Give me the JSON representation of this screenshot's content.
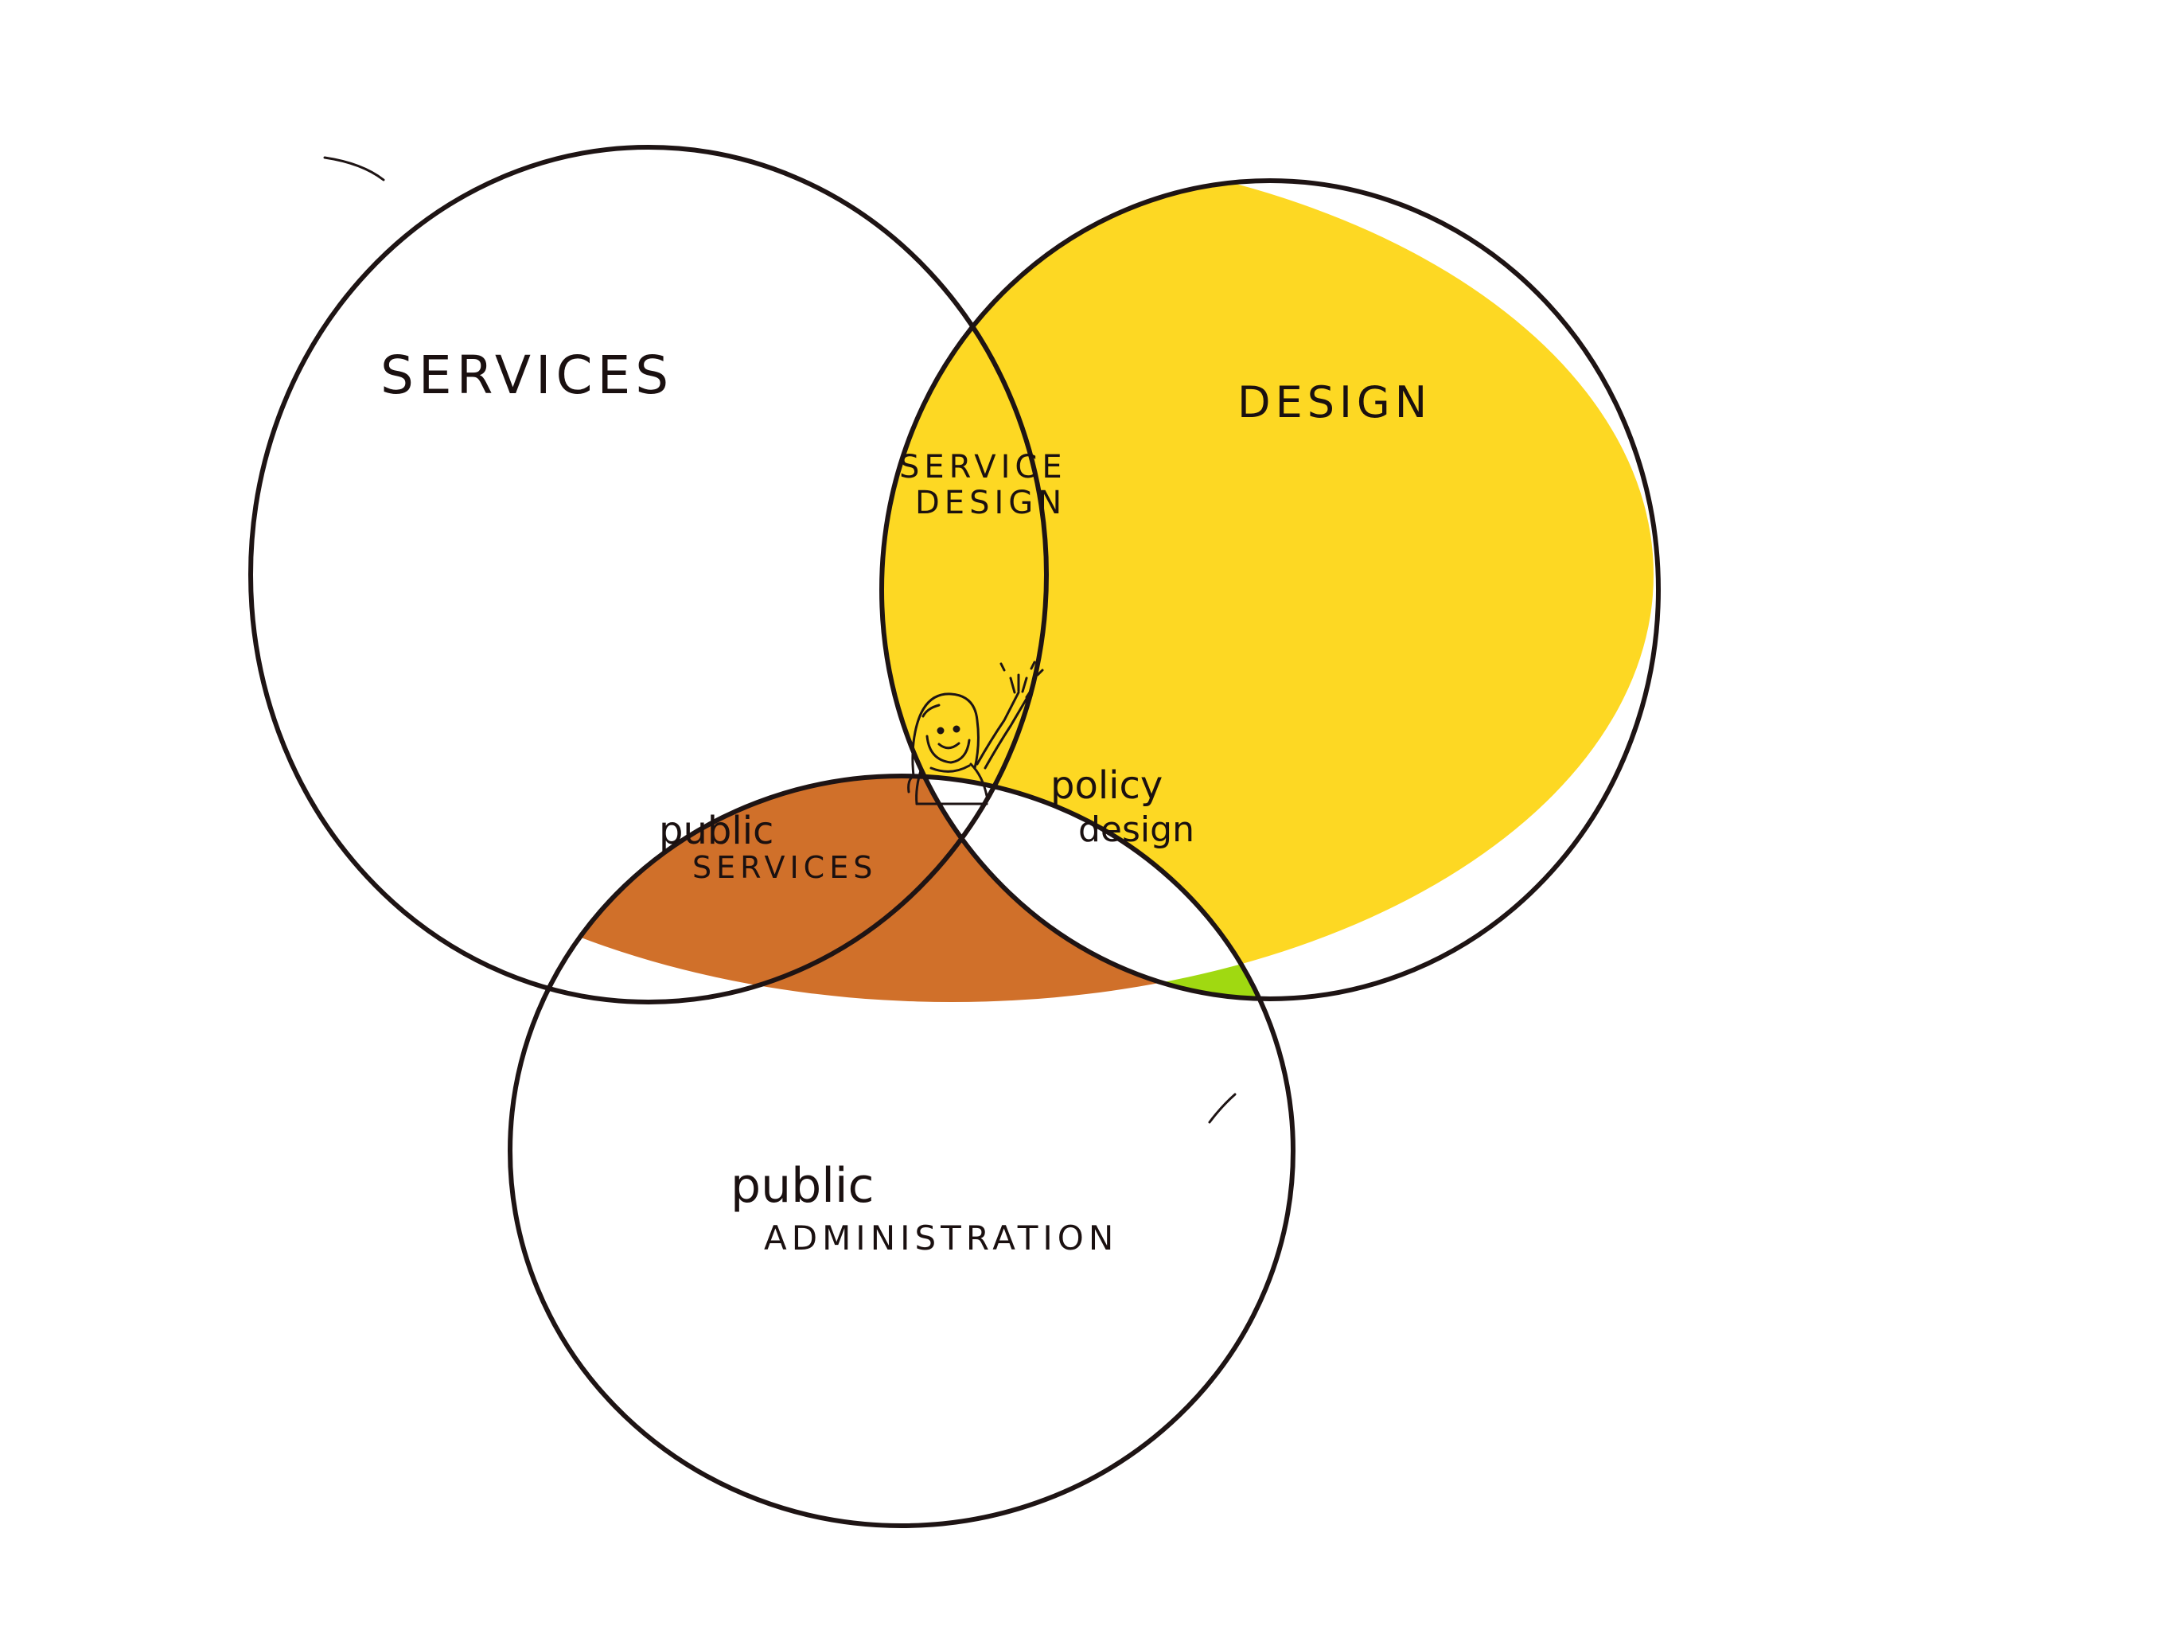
{
  "circles": {
    "services": {
      "label": "SERVICES"
    },
    "design": {
      "label": "DESIGN"
    },
    "public_administration": {
      "label_line1": "public",
      "label_line2": "ADMINISTRATION"
    }
  },
  "intersections": {
    "service_design": {
      "line1": "SERVICE",
      "line2": "DESIGN",
      "color": "#FDD823"
    },
    "public_services": {
      "line1": "public",
      "line2": "SERVICES",
      "color": "#D0702A"
    },
    "policy_design": {
      "line1": "policy",
      "line2": "design",
      "color": "#A0D911"
    }
  },
  "center": {
    "icon": "waving-person-icon"
  },
  "colors": {
    "outline": "#1E1414",
    "background": "#FFFFFF"
  }
}
